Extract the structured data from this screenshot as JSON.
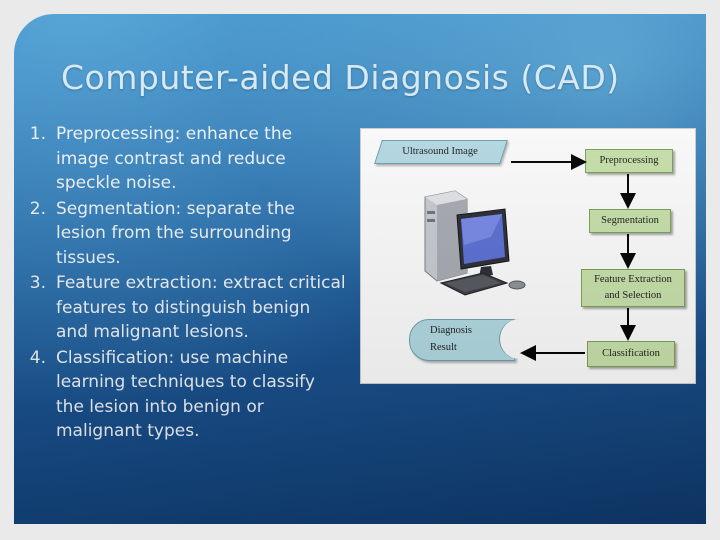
{
  "slide": {
    "title": "Computer-aided Diagnosis (CAD)",
    "steps": [
      {
        "num": "1.",
        "text": "Preprocessing: enhance the image contrast and reduce speckle noise."
      },
      {
        "num": "2.",
        "text": "Segmentation: separate the lesion from the surrounding tissues."
      },
      {
        "num": "3.",
        "text": "Feature extraction: extract critical features to distinguish benign and malignant lesions."
      },
      {
        "num": "4.",
        "text": "Classification: use machine learning techniques to classify the lesion into benign or malignant types."
      }
    ]
  },
  "diagram": {
    "input": "Ultrasound Image",
    "preprocessing": "Preprocessing",
    "segmentation": "Segmentation",
    "feature_line1": "Feature Extraction",
    "feature_line2": "and Selection",
    "classification": "Classification",
    "result_line1": "Diagnosis",
    "result_line2": "Result"
  },
  "colors": {
    "process_box": "#c9e3ab",
    "io_shape": "#b6dbe6",
    "background_top": "#2f86c4",
    "background_bottom": "#0f3a6e"
  }
}
